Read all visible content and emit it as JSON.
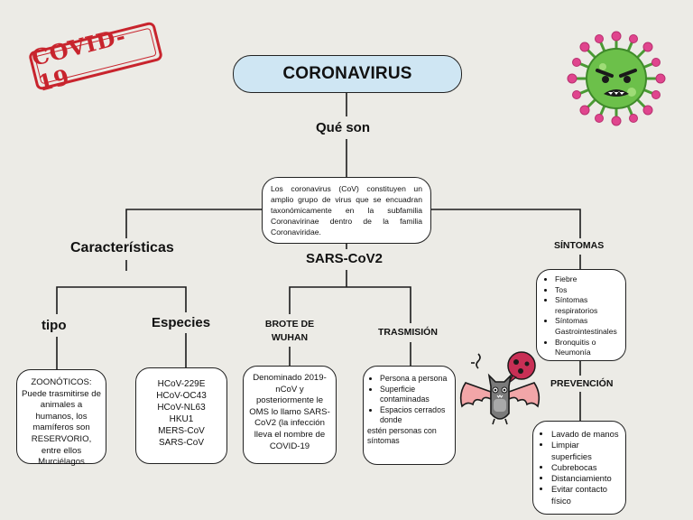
{
  "stamp": {
    "text": "COVID-19"
  },
  "title": "CORONAVIRUS",
  "que_son": {
    "label": "Qué son",
    "text": "Los coronavirus (CoV) constituyen un amplio grupo de virus que se encuadran taxonómicamente en la subfamilia Coronavirinae dentro de la familia Coronaviridae."
  },
  "caracteristicas": {
    "label": "Características",
    "tipo": {
      "label": "tipo",
      "text": "ZOONÓTICOS: Puede trasmitirse de animales a humanos, los mamíferos son RESERVORIO, entre ellos Murciélagos"
    },
    "especies": {
      "label": "Especies",
      "items": [
        "HCoV-229E",
        "HCoV-OC43",
        "HCoV-NL63",
        "HKU1",
        "MERS-CoV",
        "SARS-CoV"
      ]
    }
  },
  "sars": {
    "label": "SARS-CoV2",
    "brote": {
      "label": "BROTE DE WUHAN",
      "text": "Denominado 2019-nCoV y posteriormente le OMS lo llamo SARS-CoV2 (la infección lleva el nombre de COVID-19"
    },
    "trasmision": {
      "label": "TRASMISIÓN",
      "items": [
        "Persona a persona",
        "Superficie contaminadas",
        "Espacios cerrados donde"
      ],
      "extra": "estén personas con síntomas"
    }
  },
  "sintomas": {
    "label": "SÍNTOMAS",
    "items": [
      "Fiebre",
      "Tos",
      "Síntomas respiratorios",
      "Síntomas Gastrointestinales",
      "Bronquitis o Neumonía"
    ]
  },
  "prevencion": {
    "label": "PREVENCIÓN",
    "items": [
      "Lavado de manos",
      "Limpiar superficies",
      "Cubrebocas",
      "Distanciamiento",
      "Evitar contacto físico"
    ]
  },
  "colors": {
    "title_fill": "#cfe6f3",
    "stamp_red": "#c8242d",
    "virus_green": "#6cc04a",
    "virus_pink": "#e0458e",
    "bat": "#7a7a7a"
  },
  "icons": [
    "virus-icon",
    "bat-icon",
    "covid-stamp"
  ]
}
